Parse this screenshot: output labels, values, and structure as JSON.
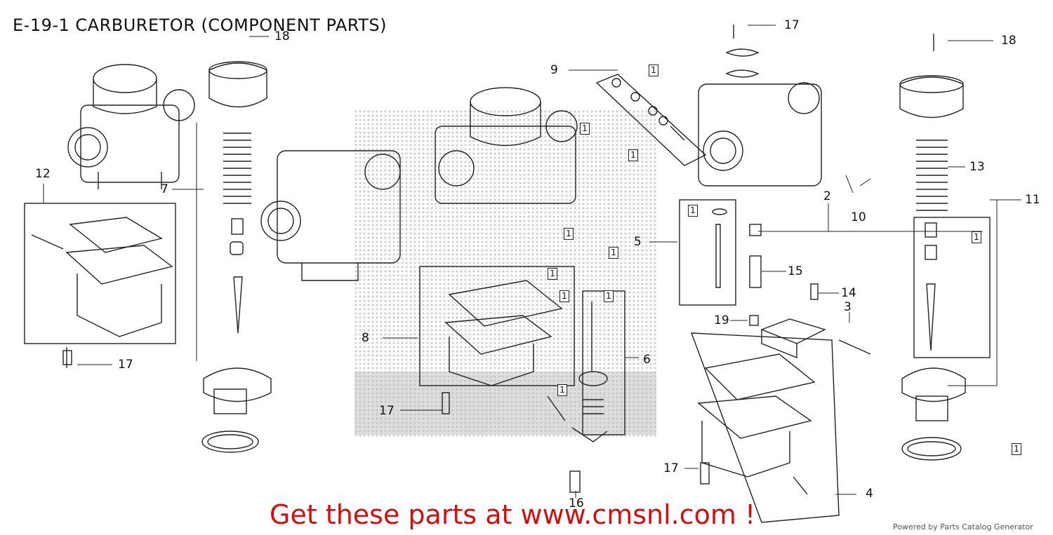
{
  "diagram": {
    "title": "E-19-1 CARBURETOR (COMPONENT PARTS)",
    "promo_text": "Get these parts at www.cmsnl.com !",
    "credit_text": "Powered by Parts Catalog Generator",
    "callouts": [
      "17",
      "18",
      "9",
      "18",
      "13",
      "12",
      "7",
      "2",
      "11",
      "10",
      "5",
      "15",
      "14",
      "8",
      "3",
      "19",
      "6",
      "17",
      "17",
      "4",
      "16",
      "1"
    ],
    "kit_marker": "1"
  },
  "colors": {
    "promo": "#d10f0f",
    "lines": "#222222",
    "watermark": "#cfcfcf"
  }
}
